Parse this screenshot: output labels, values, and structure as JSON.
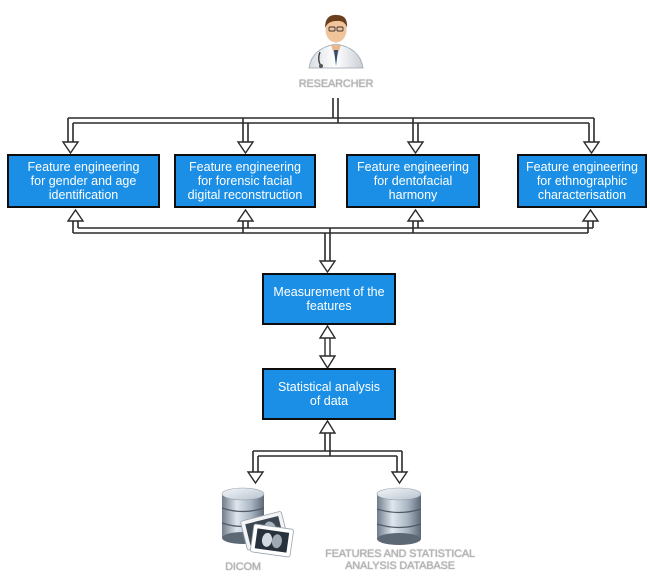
{
  "researcher": {
    "label": "RESEARCHER",
    "icon": "researcher-avatar-icon"
  },
  "feature_boxes": [
    {
      "text": "Feature engineering\nfor gender and age\nidentification"
    },
    {
      "text": "Feature engineering\nfor forensic facial\ndigital reconstruction"
    },
    {
      "text": "Feature engineering\nfor dentofacial\nharmony"
    },
    {
      "text": "Feature engineering\nfor ethnographic\ncharacterisation"
    }
  ],
  "measurement": {
    "text": "Measurement of the\nfeatures"
  },
  "statistical": {
    "text": "Statistical analysis\nof data"
  },
  "dicom": {
    "label": "DICOM",
    "icon": "database-with-xray-icon"
  },
  "features_db": {
    "label": "FEATURES AND STATISTICAL\nANALYSIS DATABASE",
    "icon": "database-icon"
  },
  "colors": {
    "box_fill": "#1b8fe6",
    "box_border": "#0d0d0d",
    "box_text": "#ffffff",
    "label_text": "#b5b5b5",
    "arrow": "#2a2a2a"
  }
}
